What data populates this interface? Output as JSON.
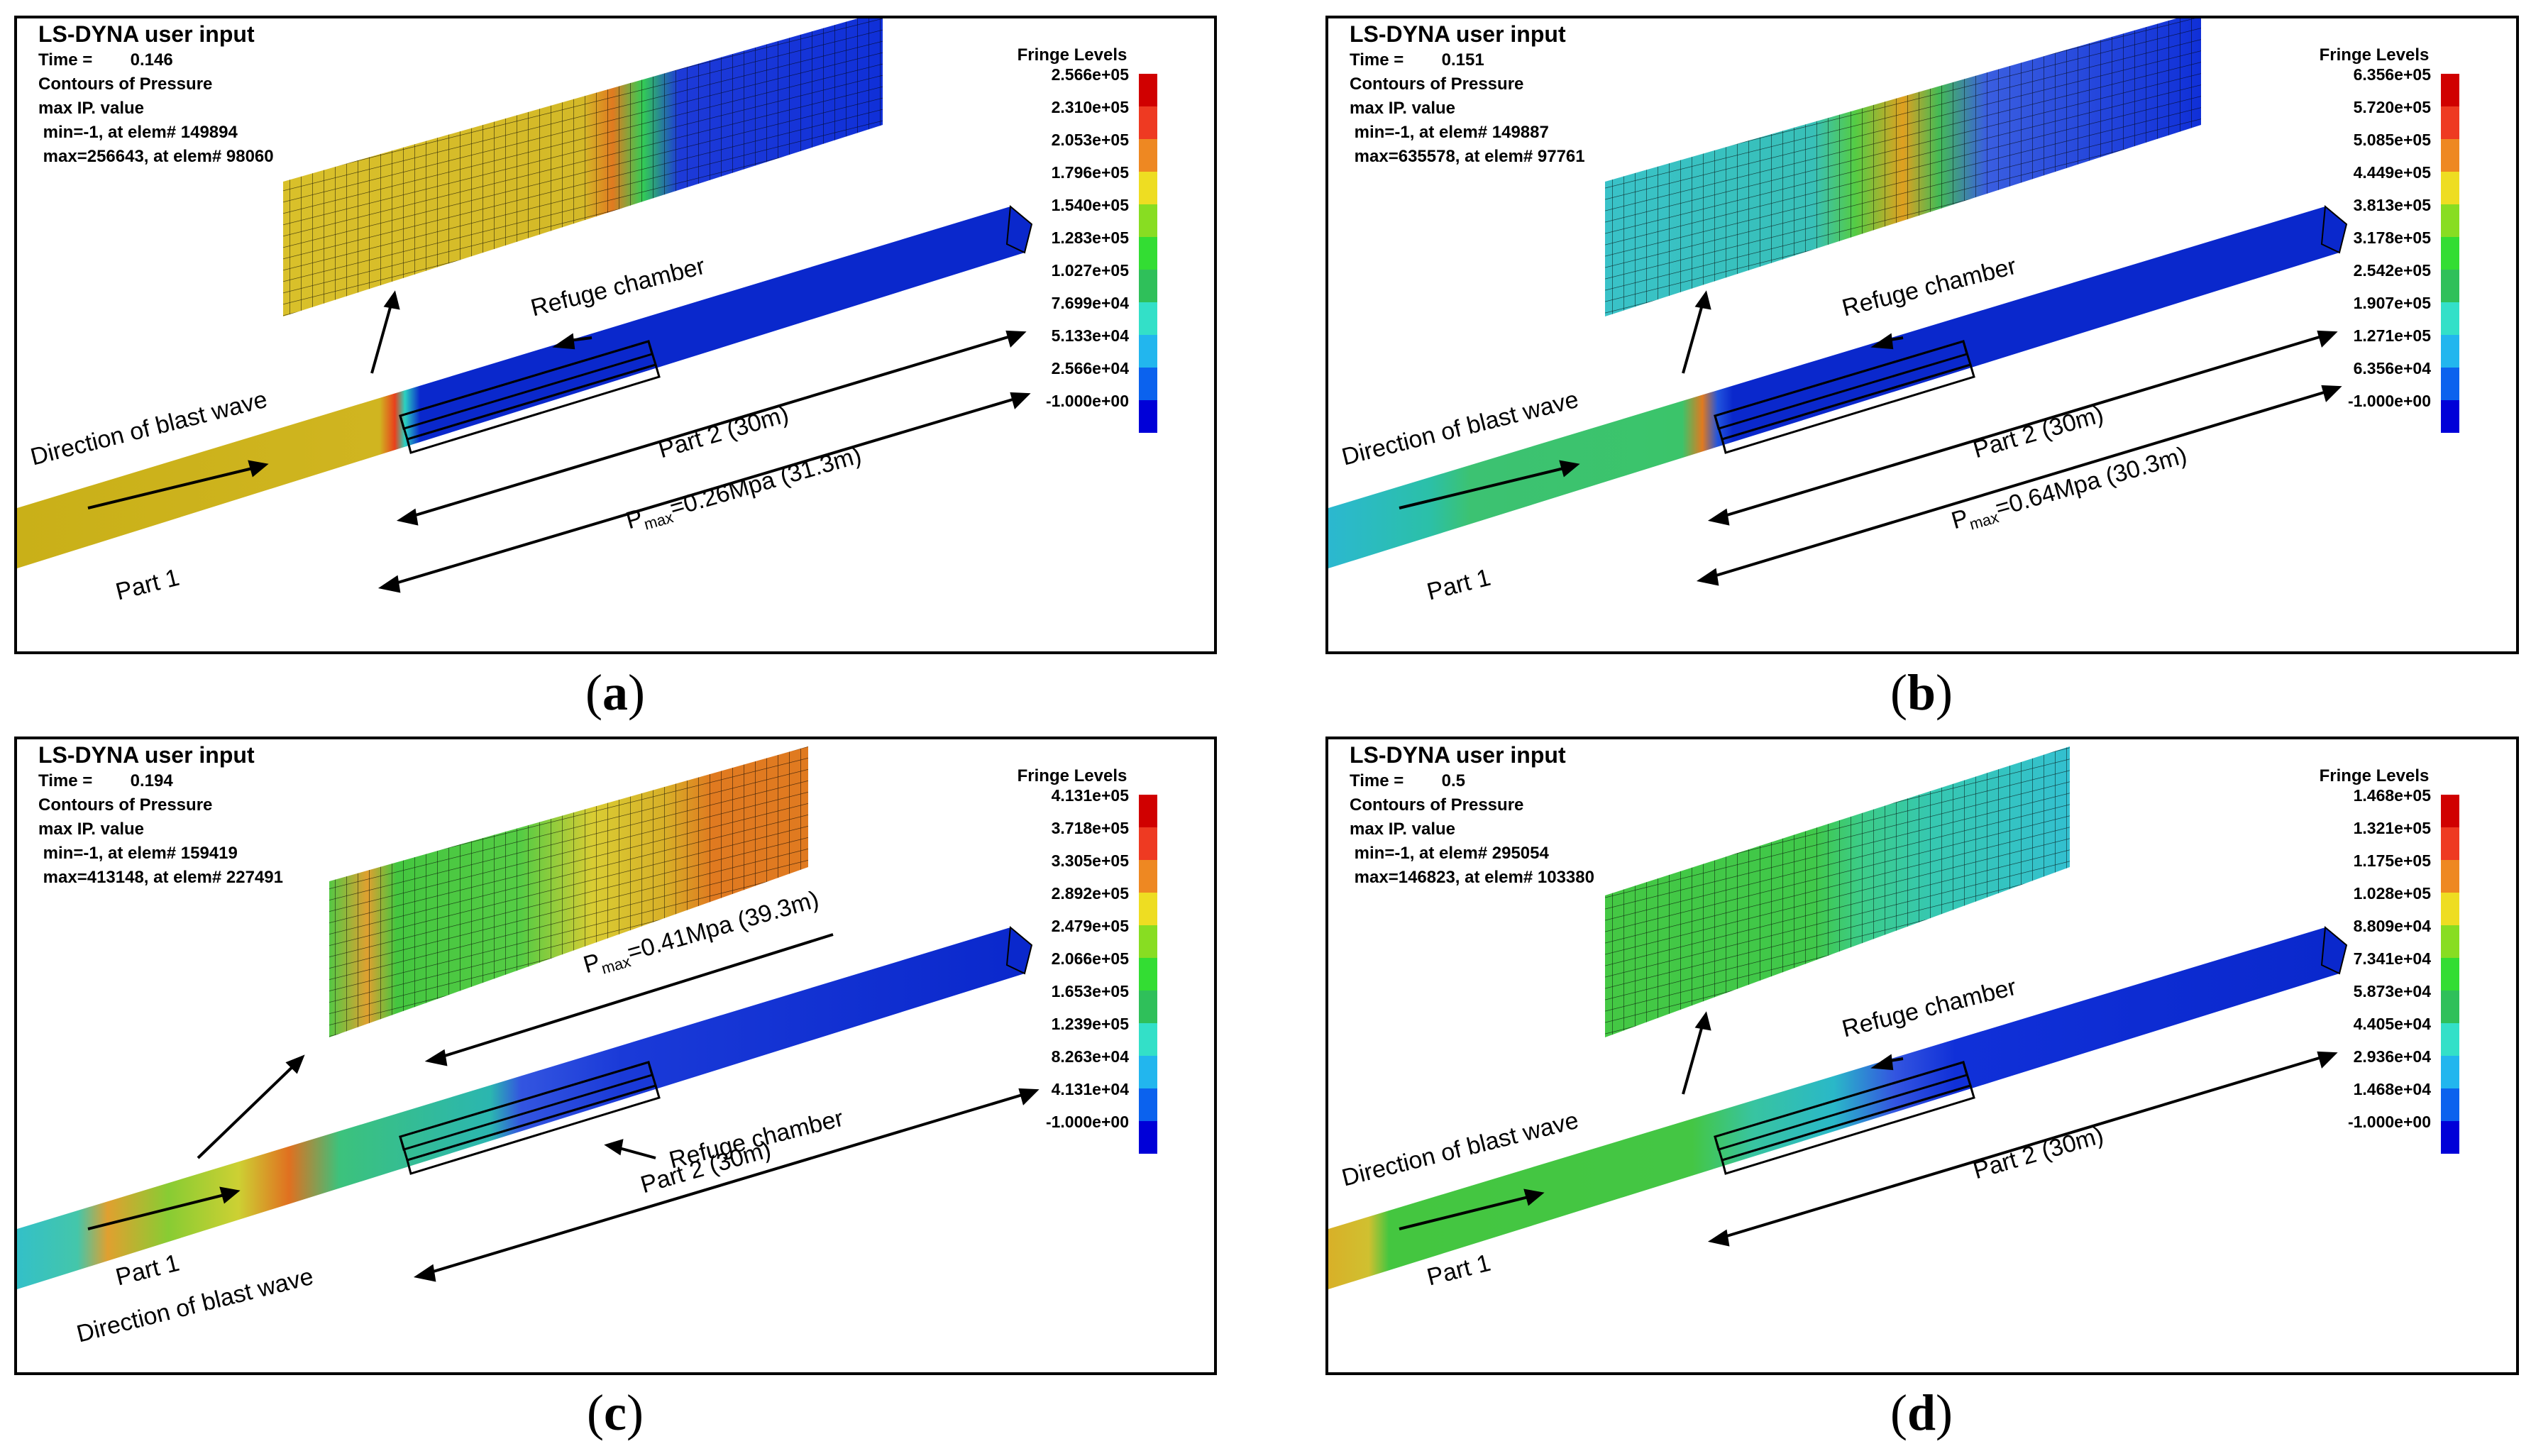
{
  "colors": {
    "fringe": [
      "#0000d8",
      "#0b62ee",
      "#22b6ee",
      "#33e0c8",
      "#2fc05a",
      "#33dd33",
      "#88dd22",
      "#eedd22",
      "#ee8822",
      "#ee3a22",
      "#d00000"
    ]
  },
  "panels": [
    {
      "caption": "a",
      "header": {
        "title": "LS-DYNA user input",
        "time_label": "Time =",
        "time_value": "0.146",
        "line3": "Contours of Pressure",
        "line4": "max IP. value",
        "min_line": " min=-1, at elem# 149894",
        "max_line": " max=256643, at elem# 98060"
      },
      "fringe": {
        "title": "Fringe Levels",
        "levels": [
          "2.566e+05",
          "2.310e+05",
          "2.053e+05",
          "1.796e+05",
          "1.540e+05",
          "1.283e+05",
          "1.027e+05",
          "7.699e+04",
          "5.133e+04",
          "2.566e+04",
          "-1.000e+00"
        ]
      },
      "labels": {
        "direction": "Direction of blast wave",
        "refuge": "Refuge chamber",
        "part2": "Part 2 (30m)",
        "part1": "Part 1",
        "pmax_prefix": "P",
        "pmax_sub": "max",
        "pmax_value": "=0.26Mpa (31.3m)"
      }
    },
    {
      "caption": "b",
      "header": {
        "title": "LS-DYNA user input",
        "time_label": "Time =",
        "time_value": "0.151",
        "line3": "Contours of Pressure",
        "line4": "max IP. value",
        "min_line": " min=-1, at elem# 149887",
        "max_line": " max=635578, at elem# 97761"
      },
      "fringe": {
        "title": "Fringe Levels",
        "levels": [
          "6.356e+05",
          "5.720e+05",
          "5.085e+05",
          "4.449e+05",
          "3.813e+05",
          "3.178e+05",
          "2.542e+05",
          "1.907e+05",
          "1.271e+05",
          "6.356e+04",
          "-1.000e+00"
        ]
      },
      "labels": {
        "direction": "Direction of blast wave",
        "refuge": "Refuge chamber",
        "part2": "Part 2 (30m)",
        "part1": "Part 1",
        "pmax_prefix": "P",
        "pmax_sub": "max",
        "pmax_value": "=0.64Mpa (30.3m)"
      }
    },
    {
      "caption": "c",
      "header": {
        "title": "LS-DYNA user input",
        "time_label": "Time =",
        "time_value": "0.194",
        "line3": "Contours of Pressure",
        "line4": "max IP. value",
        "min_line": " min=-1, at elem# 159419",
        "max_line": " max=413148, at elem# 227491"
      },
      "fringe": {
        "title": "Fringe Levels",
        "levels": [
          "4.131e+05",
          "3.718e+05",
          "3.305e+05",
          "2.892e+05",
          "2.479e+05",
          "2.066e+05",
          "1.653e+05",
          "1.239e+05",
          "8.263e+04",
          "4.131e+04",
          "-1.000e+00"
        ]
      },
      "labels": {
        "direction": "Direction of blast wave",
        "refuge": "Refuge chamber",
        "part2": "Part 2 (30m)",
        "part1": "Part 1",
        "pmax_prefix": "P",
        "pmax_sub": "max",
        "pmax_value": "=0.41Mpa (39.3m)"
      }
    },
    {
      "caption": "d",
      "header": {
        "title": "LS-DYNA user input",
        "time_label": "Time =",
        "time_value": "0.5",
        "line3": "Contours of Pressure",
        "line4": "max IP. value",
        "min_line": " min=-1, at elem# 295054",
        "max_line": " max=146823, at elem# 103380"
      },
      "fringe": {
        "title": "Fringe Levels",
        "levels": [
          "1.468e+05",
          "1.321e+05",
          "1.175e+05",
          "1.028e+05",
          "8.809e+04",
          "7.341e+04",
          "5.873e+04",
          "4.405e+04",
          "2.936e+04",
          "1.468e+04",
          "-1.000e+00"
        ]
      },
      "labels": {
        "direction": "Direction of blast wave",
        "refuge": "Refuge chamber",
        "part2": "Part 2 (30m)",
        "part1": "Part 1"
      }
    }
  ]
}
